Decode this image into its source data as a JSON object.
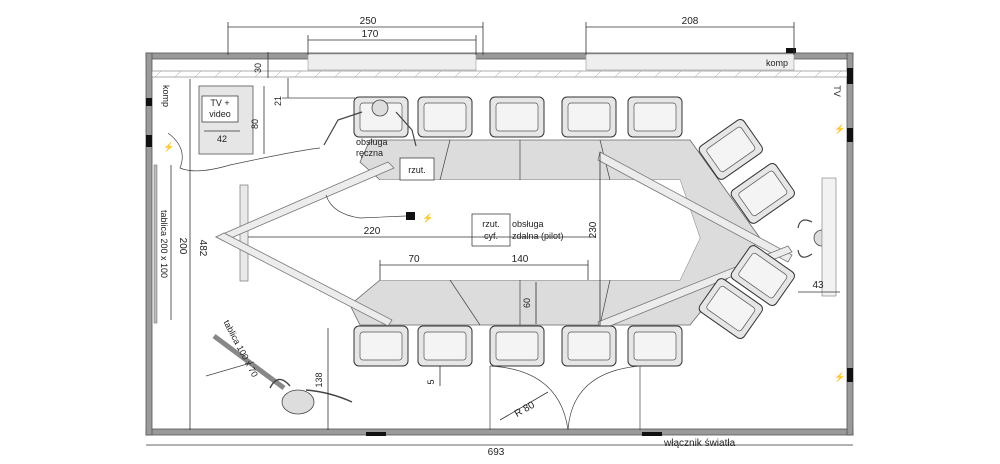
{
  "dimensions": {
    "top_left": "250",
    "top_inner": "170",
    "top_right": "208",
    "wall_30": "30",
    "offset_21": "21",
    "tv_w": "42",
    "tv_h": "80",
    "height_total": "482",
    "height_board": "200",
    "table_len": "220",
    "table_w": "230",
    "seg_70": "70",
    "seg_140": "140",
    "seg_60": "60",
    "right_43": "43",
    "bottom_138": "138",
    "gap_5": "5",
    "door_radius": "R 80",
    "bottom_total": "693"
  },
  "labels": {
    "tv_video_1": "TV +",
    "tv_video_2": "video",
    "komp_top": "komp",
    "komp_left": "komp",
    "tv_right": "TV",
    "manual_1": "obsługa",
    "manual_2": "ręczna",
    "projector": "rzut.",
    "projector_dig_1": "rzut.",
    "projector_dig_2": "cyf.",
    "remote_1": "obsługa",
    "remote_2": "zdalna (pilot)",
    "board_big": "tablica 200 x 100",
    "board_small": "tablica 100 x 70",
    "light_switch": "włącznik światła"
  }
}
